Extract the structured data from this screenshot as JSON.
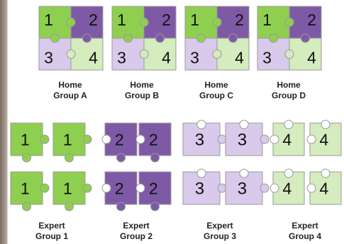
{
  "colors": {
    "piece1": "#8fcf4f",
    "piece2": "#7e5aa6",
    "piece3": "#d9c9ea",
    "piece4": "#d4ecbe",
    "outline": "#9a9a9a",
    "numeral": "#111111"
  },
  "home_groups": [
    {
      "line1": "Home",
      "line2": "Group A",
      "pieces": [
        "1",
        "2",
        "3",
        "4"
      ]
    },
    {
      "line1": "Home",
      "line2": "Group B",
      "pieces": [
        "1",
        "2",
        "3",
        "4"
      ]
    },
    {
      "line1": "Home",
      "line2": "Group C",
      "pieces": [
        "1",
        "2",
        "3",
        "4"
      ]
    },
    {
      "line1": "Home",
      "line2": "Group D",
      "pieces": [
        "1",
        "2",
        "3",
        "4"
      ]
    }
  ],
  "expert_groups": [
    {
      "line1": "Expert",
      "line2": "Group 1",
      "pieces": [
        "1",
        "1",
        "1",
        "1"
      ]
    },
    {
      "line1": "Expert",
      "line2": "Group 2",
      "pieces": [
        "2",
        "2",
        "2",
        "2"
      ]
    },
    {
      "line1": "Expert",
      "line2": "Group 3",
      "pieces": [
        "3",
        "3",
        "3",
        "3"
      ]
    },
    {
      "line1": "Expert",
      "line2": "Group 4",
      "pieces": [
        "4",
        "4",
        "4",
        "4"
      ]
    }
  ]
}
